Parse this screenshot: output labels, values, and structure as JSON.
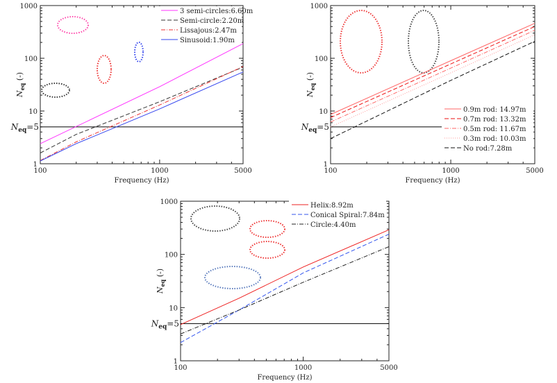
{
  "chart_data": [
    {
      "type": "line",
      "xscale": "log",
      "yscale": "log",
      "xlabel": "Frequency (Hz)",
      "ylabel_main": "N",
      "ylabel_sub": "eq",
      "ylabel_unit": " (-)",
      "xlim": [
        100,
        5000
      ],
      "ylim": [
        1,
        1000
      ],
      "xticks": [
        "100",
        "1000",
        "5000"
      ],
      "yticks": [
        "1",
        "10",
        "100",
        "1000"
      ],
      "threshold": {
        "value": 5,
        "label_main": "N",
        "label_sub": "eq",
        "label_rest": "=5"
      },
      "legend_position": "top-right",
      "series": [
        {
          "name": "3 semi-circles:6.60m",
          "color": "#ff33ff",
          "dash": "",
          "x": [
            100,
            1000,
            5000
          ],
          "y": [
            2.4,
            29,
            190
          ]
        },
        {
          "name": "Semi-circle:2.20m",
          "color": "#333333",
          "dash": "6,3",
          "x": [
            100,
            200,
            1000,
            5000
          ],
          "y": [
            1.6,
            3.6,
            15,
            68
          ]
        },
        {
          "name": "Lissajous:2.47m",
          "color": "#ee3333",
          "dash": "6,2,1,2",
          "x": [
            100,
            200,
            1000,
            5000
          ],
          "y": [
            1.15,
            2.6,
            13,
            70
          ]
        },
        {
          "name": "Sinusoid:1.90m",
          "color": "#3344ee",
          "dash": "",
          "x": [
            100,
            200,
            1000,
            5000
          ],
          "y": [
            1.13,
            2.4,
            11,
            55
          ]
        }
      ]
    },
    {
      "type": "line",
      "xscale": "log",
      "yscale": "log",
      "xlabel": "Frequency (Hz)",
      "ylabel_main": "N",
      "ylabel_sub": "eq",
      "ylabel_unit": " (-)",
      "xlim": [
        100,
        5000
      ],
      "ylim": [
        1,
        1000
      ],
      "xticks": [
        "100",
        "1000",
        "5000"
      ],
      "yticks": [
        "1",
        "10",
        "100",
        "1000"
      ],
      "threshold": {
        "value": 5,
        "label_main": "N",
        "label_sub": "eq",
        "label_rest": "=5"
      },
      "legend_position": "bottom-right",
      "series": [
        {
          "name": "0.9m rod: 14.97m",
          "color": "#ff6666",
          "dash": "",
          "x": [
            100,
            1000,
            5000
          ],
          "y": [
            8.6,
            90,
            460
          ]
        },
        {
          "name": "0.7m rod: 13.32m",
          "color": "#ee1111",
          "dash": "6,3",
          "x": [
            100,
            1000,
            5000
          ],
          "y": [
            7.5,
            78,
            400
          ]
        },
        {
          "name": "0.5m rod: 11.67m",
          "color": "#ff6666",
          "dash": "6,2,1,2",
          "x": [
            100,
            1000,
            5000
          ],
          "y": [
            6.2,
            65,
            340
          ]
        },
        {
          "name": "0.3m rod: 10.03m",
          "color": "#ff9999",
          "dash": "1,2",
          "x": [
            100,
            1000,
            5000
          ],
          "y": [
            5.0,
            53,
            280
          ]
        },
        {
          "name": "No rod:7.28m",
          "color": "#111111",
          "dash": "6,3",
          "x": [
            100,
            1000,
            5000
          ],
          "y": [
            3.0,
            38,
            210
          ]
        }
      ]
    },
    {
      "type": "line",
      "xscale": "log",
      "yscale": "log",
      "xlabel": "Frequency (Hz)",
      "ylabel_main": "N",
      "ylabel_sub": "eq",
      "ylabel_unit": " (-)",
      "xlim": [
        100,
        5000
      ],
      "ylim": [
        1,
        1000
      ],
      "xticks": [
        "100",
        "1000",
        "5000"
      ],
      "yticks": [
        "1",
        "10",
        "100",
        "1000"
      ],
      "threshold": {
        "value": 5,
        "label_main": "N",
        "label_sub": "eq",
        "label_rest": "=5"
      },
      "legend_position": "top-right",
      "series": [
        {
          "name": "Helix:8.92m",
          "color": "#ee2222",
          "dash": "",
          "x": [
            100,
            300,
            1000,
            5000
          ],
          "y": [
            4.8,
            15,
            58,
            290
          ]
        },
        {
          "name": "Conical Spiral:7.84m",
          "color": "#3355ee",
          "dash": "6,3",
          "x": [
            100,
            300,
            1000,
            5000
          ],
          "y": [
            2.2,
            9,
            45,
            240
          ]
        },
        {
          "name": "Circle:4.40m",
          "color": "#222222",
          "dash": "6,2,1,2",
          "x": [
            100,
            300,
            1000,
            5000
          ],
          "y": [
            3.2,
            9,
            30,
            140
          ]
        }
      ]
    }
  ]
}
